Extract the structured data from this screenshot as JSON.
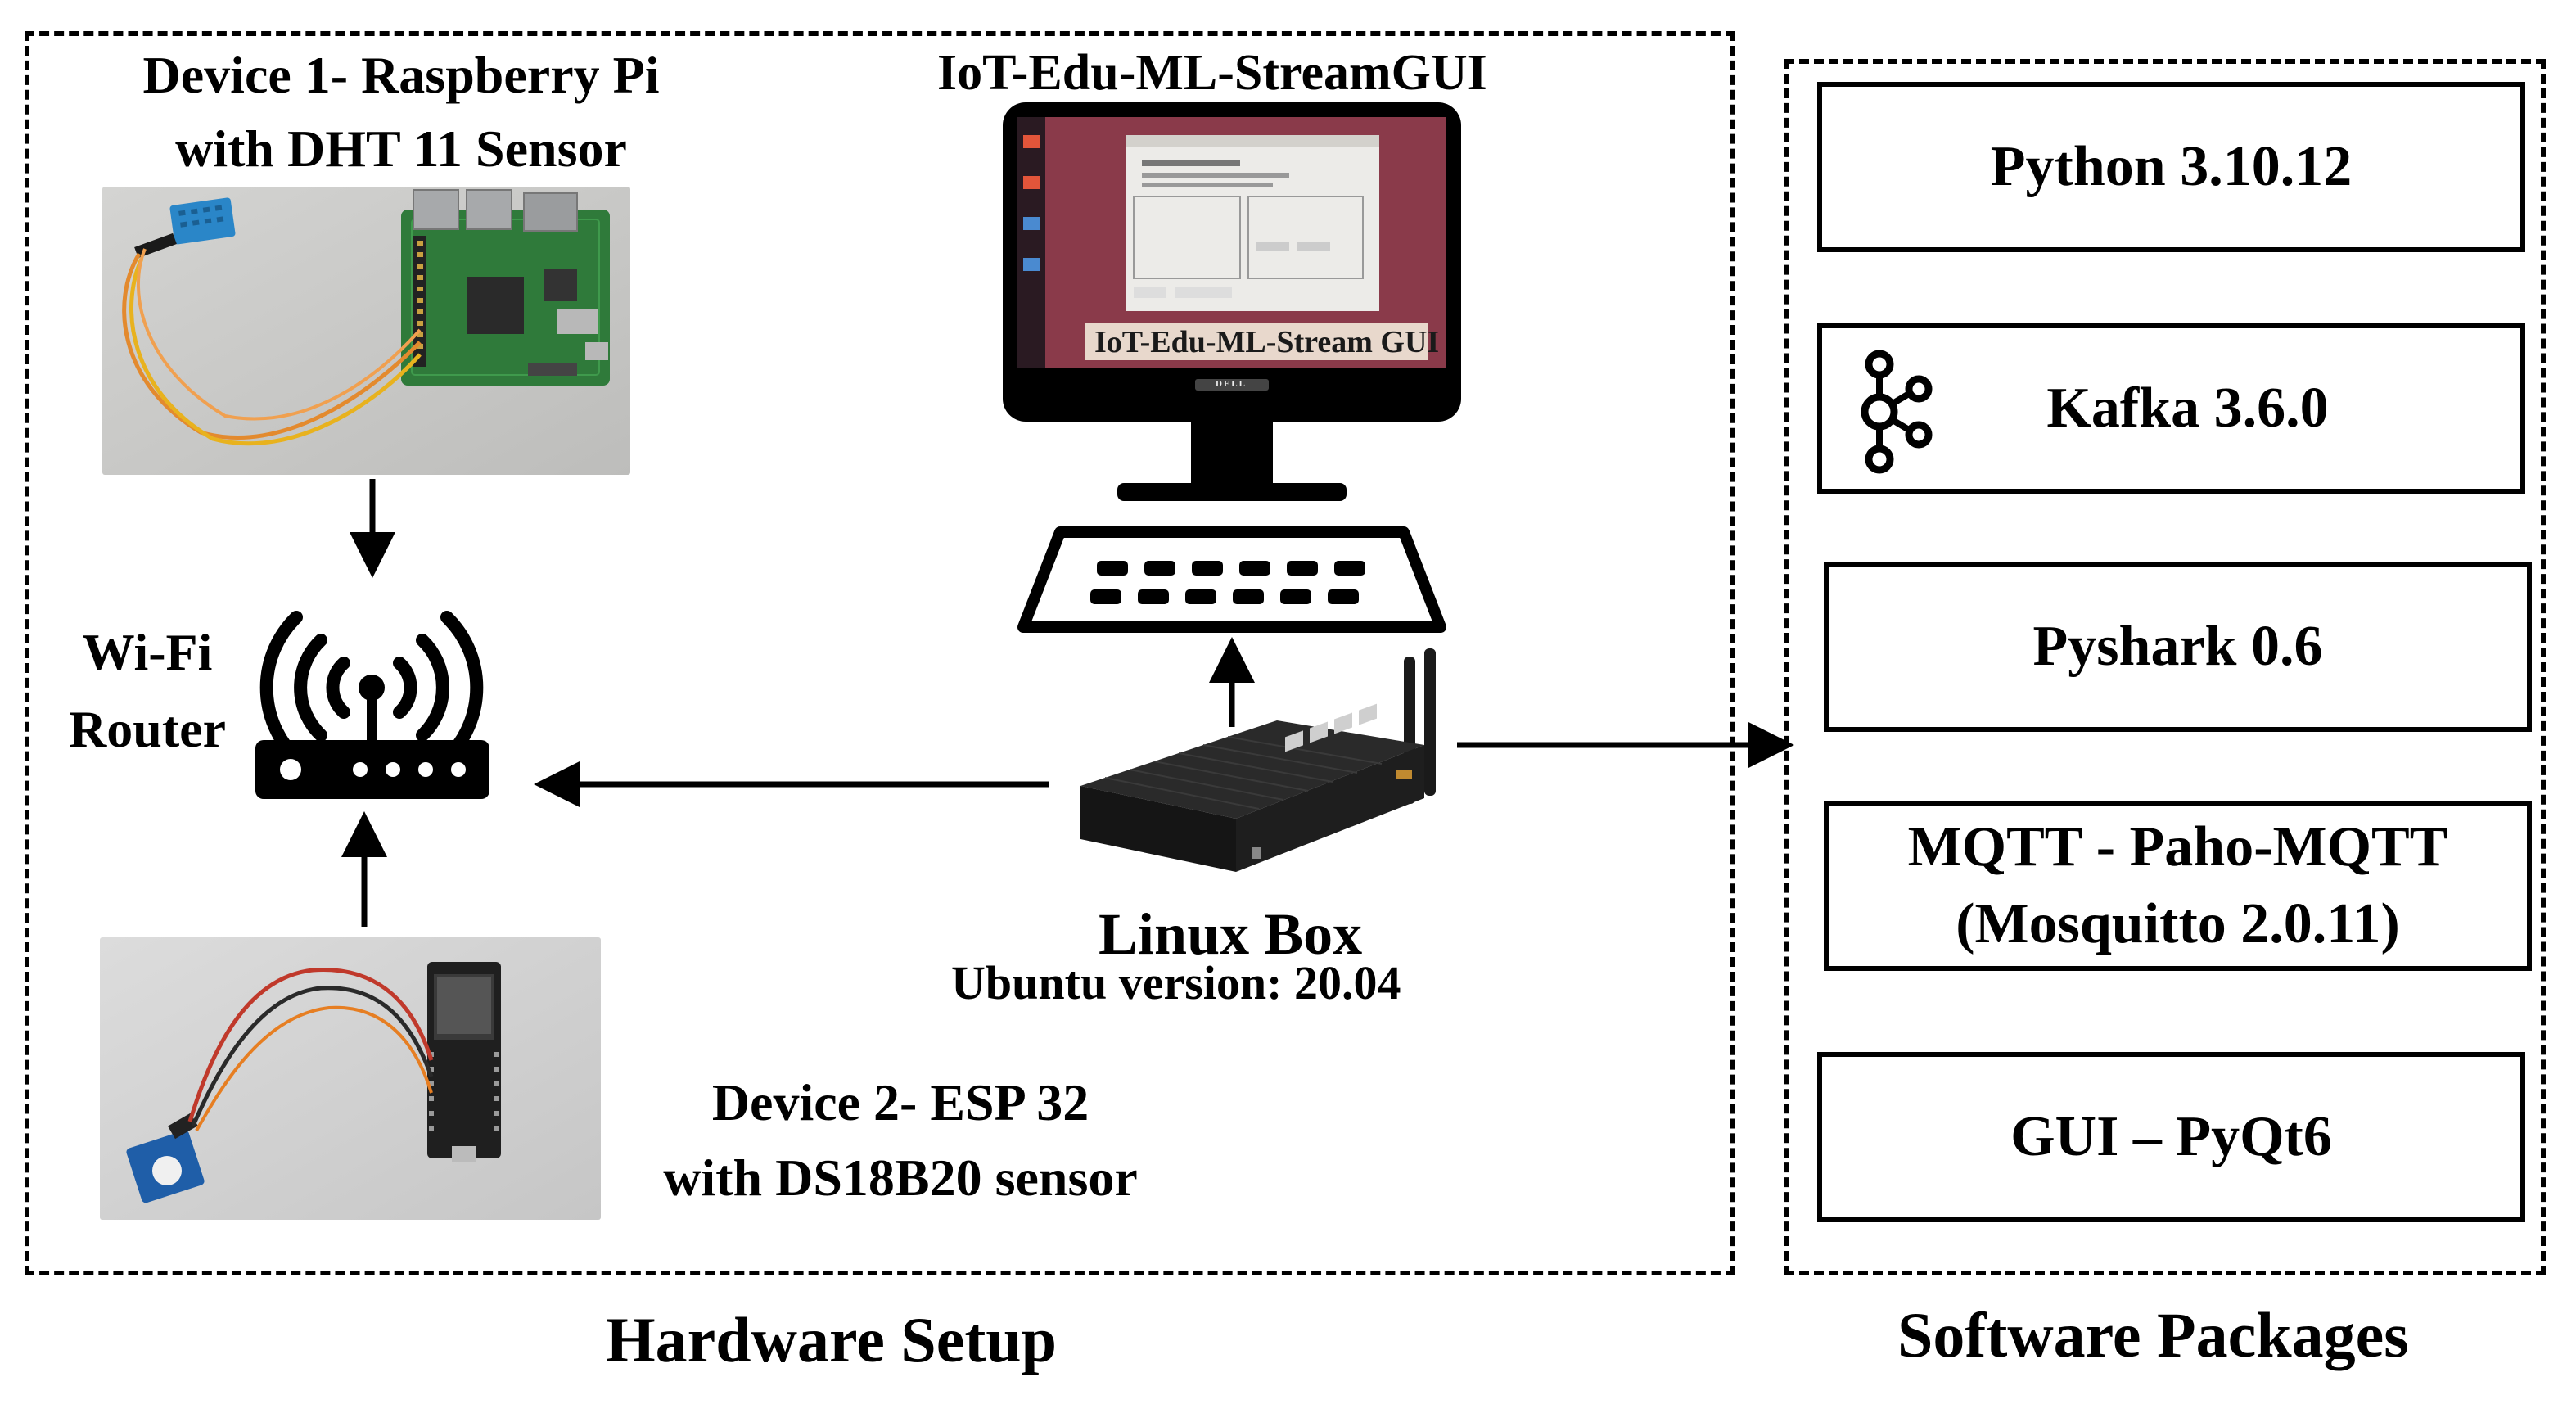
{
  "hardware": {
    "section_label": "Hardware Setup",
    "device1": {
      "title_line1": "Device 1- Raspberry  Pi",
      "title_line2": "with DHT 11 Sensor"
    },
    "router": {
      "label_line1": "Wi-Fi",
      "label_line2": "Router"
    },
    "device2": {
      "title_line1": "Device 2- ESP 32",
      "title_line2": "with DS18B20 sensor"
    },
    "gui": {
      "title": "IoT-Edu-ML-StreamGUI",
      "screen_caption": "IoT-Edu-ML-Stream GUI",
      "monitor_brand": "DELL"
    },
    "linux_box": {
      "label": "Linux Box",
      "version": "Ubuntu version: 20.04"
    }
  },
  "software": {
    "section_label": "Software Packages",
    "packages": [
      {
        "line1": "Python 3.10.12",
        "line2": "",
        "icon": ""
      },
      {
        "line1": "Kafka 3.6.0",
        "line2": "",
        "icon": "kafka-icon"
      },
      {
        "line1": "Pyshark  0.6",
        "line2": "",
        "icon": ""
      },
      {
        "line1": "MQTT - Paho-MQTT",
        "line2": "(Mosquitto 2.0.11)",
        "icon": ""
      },
      {
        "line1": "GUI – PyQt6",
        "line2": "",
        "icon": ""
      }
    ]
  },
  "colors": {
    "line": "#000000",
    "pcb_green": "#2f7a3a",
    "screen_bg": "#8a3a4a",
    "box_body": "#1b1b1b"
  }
}
